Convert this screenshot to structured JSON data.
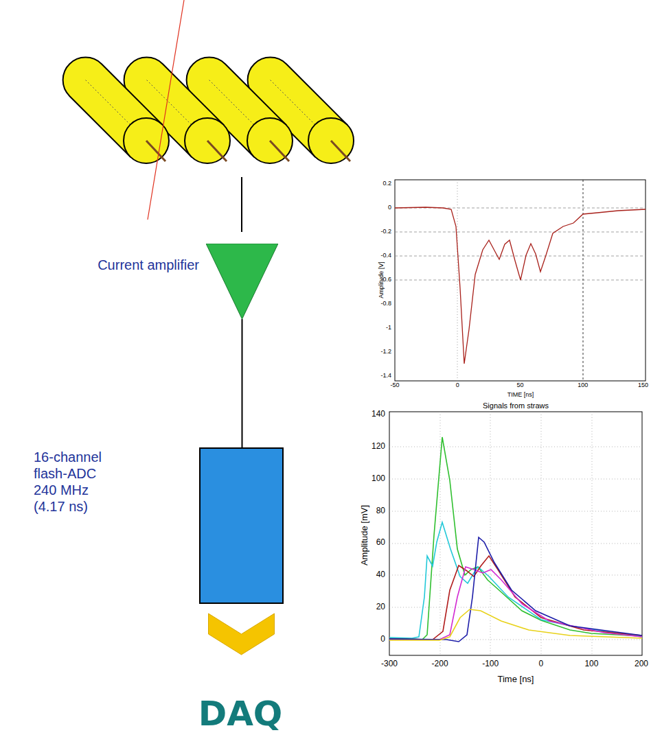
{
  "diagram": {
    "nodes": [
      {
        "text": [
          "Current amplifier"
        ]
      },
      {
        "text": [
          "16-channel flash-ADC 240 MHz (4.17 ns)"
        ]
      },
      {
        "text": [
          "DAQ"
        ]
      }
    ],
    "edges": [
      {
        "from": 0,
        "to": 1,
        "arrow": "none"
      },
      {
        "from": 1,
        "to": 2,
        "arrow": "to"
      }
    ],
    "labels": [
      "0.2",
      "0",
      "-0.2",
      "-0.4",
      "-0.6",
      "-0.8",
      "-1",
      "-1.2",
      "-1.4",
      "-50",
      "0",
      "50",
      "100",
      "150",
      "Amplitude [V]",
      "TIME [ns]",
      "Signals from straws",
      "140",
      "120",
      "100",
      "80",
      "60",
      "40",
      "20",
      "0",
      "-300",
      "-200",
      "-100",
      "0",
      "100",
      "200",
      "Amplitude [mV]",
      "Time [ns]"
    ]
  }
}
